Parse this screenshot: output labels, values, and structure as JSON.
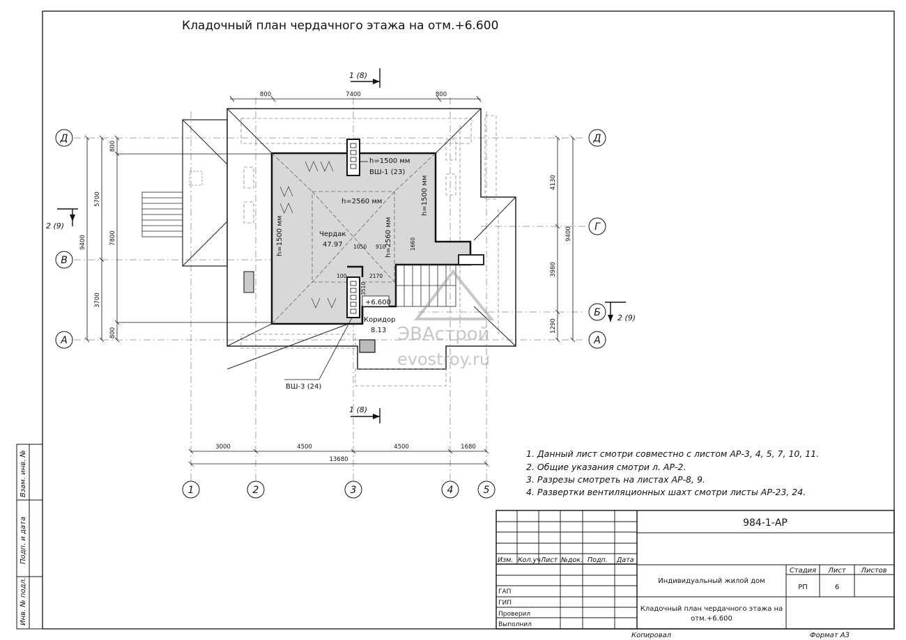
{
  "title": "Кладочный план чердачного этажа на отм.+6.600",
  "section_marks": {
    "top": "1 (8)",
    "bottom": "1 (8)",
    "left": "2 (9)",
    "right": "2 (9)"
  },
  "axes_letters": [
    "Д",
    "В",
    "А",
    "Д",
    "Г",
    "Б",
    "А"
  ],
  "axes_numbers": [
    "1",
    "2",
    "3",
    "4",
    "5"
  ],
  "dims_top": [
    "800",
    "7400",
    "800"
  ],
  "dims_left_outer": [
    "9400"
  ],
  "dims_left_mid": [
    "5700",
    "3700"
  ],
  "dims_left_inner": [
    "800",
    "7800",
    "800"
  ],
  "dims_right_outer": [
    "9400"
  ],
  "dims_right_inner": [
    "4130",
    "3980",
    "1290"
  ],
  "dims_bottom": [
    "3000",
    "4500",
    "4500",
    "1680"
  ],
  "dim_total": "13680",
  "plan_labels": {
    "h_top": "h=1500 мм",
    "vsh1": "ВШ-1 (23)",
    "h_center": "h=2560 мм",
    "h_right": "h=1500 мм",
    "h_left": "h=1500 мм",
    "h_center_v": "h=2560 мм",
    "room1_name": "Чердак",
    "room1_area": "47.97",
    "d1050": "1050",
    "d910": "910",
    "d1660": "1660",
    "d100": "100",
    "d2170": "2170",
    "d3510": "3510",
    "level": "+6.600",
    "room2_name": "Коридор",
    "room2_area": "8.13",
    "vsh3": "ВШ-3 (24)"
  },
  "watermark": {
    "brand": "ЭВАстрой",
    "site": "evostroy.ru"
  },
  "notes": [
    "1. Данный лист смотри совместно с листом АР-3, 4, 5, 7, 10, 11.",
    "2. Общие указания смотри л. АР-2.",
    "3. Разрезы смотреть на листах АР-8, 9.",
    "4. Развертки вентиляционных шахт смотри листы АР-23, 24."
  ],
  "side_stamp": [
    "Взам. инв. №",
    "Подп. и дата",
    "Инв. № подл."
  ],
  "title_block": {
    "code": "984-1-АР",
    "headers": [
      "Изм.",
      "Кол.уч",
      "Лист",
      "№док.",
      "Подп.",
      "Дата"
    ],
    "roles": [
      "ГАП",
      "ГИП",
      "Проверил",
      "Выполнил"
    ],
    "object": "Индивидуальный жилой дом",
    "stage_label": "Стадия",
    "sheet_label": "Лист",
    "sheets_label": "Листов",
    "stage": "РП",
    "sheet": "6",
    "sheet_title_1": "Кладочный план чердачного этажа на",
    "sheet_title_2": "отм.+6.600",
    "copied": "Копировал",
    "format": "Формат А3"
  }
}
